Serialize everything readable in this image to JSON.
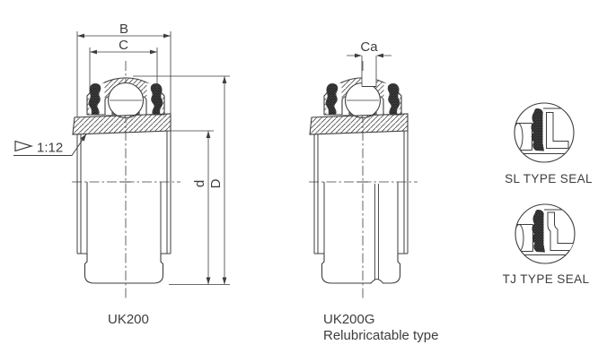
{
  "page": {
    "background": "#ffffff",
    "line_color": "#3d3d3d",
    "seal_color": "#262626"
  },
  "views": {
    "uk200": {
      "caption": "UK200",
      "dims": {
        "b": "B",
        "c": "C",
        "d_small": "d",
        "d_big": "D"
      },
      "taper_label": "1:12"
    },
    "uk200g": {
      "caption": "UK200G",
      "subcaption": "Relubricatable type",
      "dims": {
        "ca": "Ca"
      }
    }
  },
  "seal_details": {
    "sl": {
      "label": "SL TYPE SEAL"
    },
    "tj": {
      "label": "TJ TYPE SEAL"
    }
  }
}
